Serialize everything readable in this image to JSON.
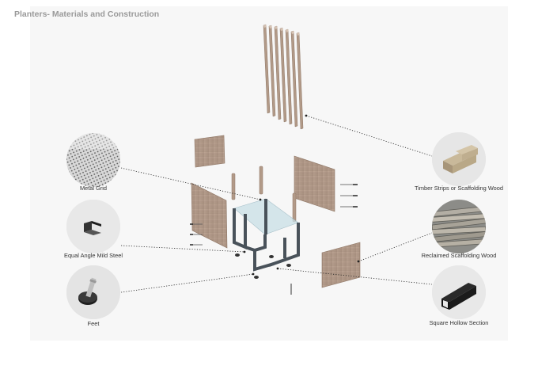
{
  "title": "Planters- Materials and Construction",
  "materials": {
    "metal_grid": "Metal Grid",
    "equal_angle": "Equal Angle Mild Steel",
    "feet": "Feet",
    "timber_strips": "Timber Strips or Scaffolding Wood",
    "reclaimed_wood": "Reclaimed Scaffolding Wood",
    "square_hollow": "Square Hollow Section"
  },
  "colors": {
    "wood": "#b59d8c",
    "wood_dark": "#9b8373",
    "steel": "#4b5258",
    "glass": "#c7dde4",
    "circle_bg": "#e6e6e6"
  }
}
